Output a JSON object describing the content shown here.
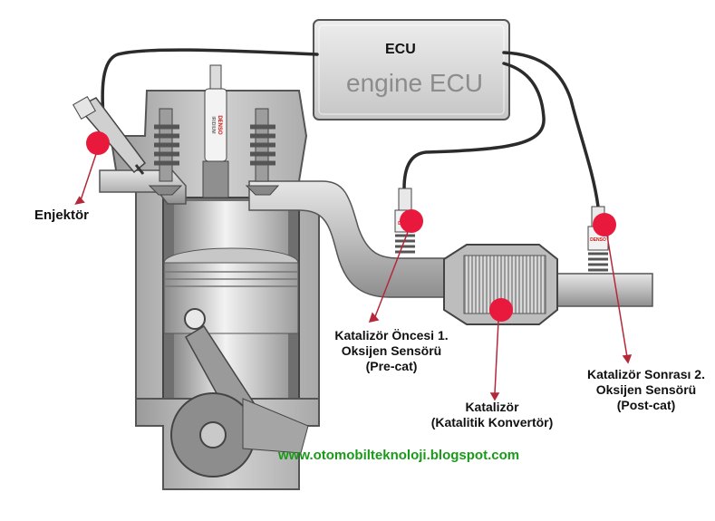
{
  "ecu": {
    "title": "ECU",
    "subtitle": "engine ECU"
  },
  "labels": {
    "injector": "Enjektör",
    "pre_cat": [
      "Katalizör Öncesi 1.",
      "Oksijen Sensörü",
      "(Pre-cat)"
    ],
    "catalyst": [
      "Katalizör",
      "(Katalitik Konvertör)"
    ],
    "post_cat": [
      "Katalizör Sonrası 2.",
      "Oksijen Sensörü",
      "(Post-cat)"
    ]
  },
  "spark_plug_text": [
    "DENSO",
    "IRIDIUM"
  ],
  "sensor_text": "DENSO",
  "website": "www.otomobilteknoloji.blogspot.com",
  "colors": {
    "marker": "#e8193c",
    "arrow": "#b5283a",
    "website": "#1a9a1a",
    "engine_block": "#c9c9c9",
    "ecu_box": "#d7d7d7"
  }
}
